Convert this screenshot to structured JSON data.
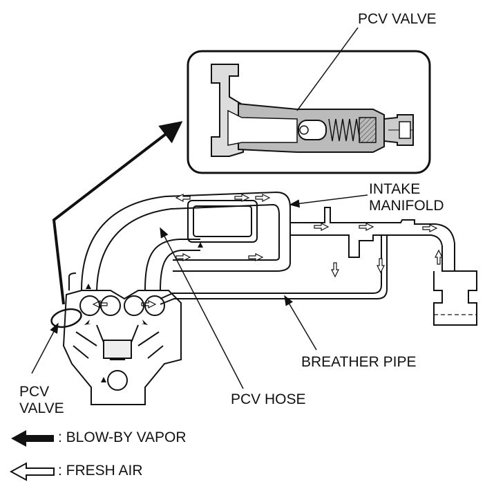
{
  "labels": {
    "pcv_valve_top": "PCV VALVE",
    "intake_manifold": "INTAKE\nMANIFOLD",
    "breather_pipe": "BREATHER PIPE",
    "pcv_hose": "PCV HOSE",
    "pcv_valve_left": "PCV\nVALVE"
  },
  "legend": {
    "blow_by": ": BLOW-BY VAPOR",
    "fresh_air": ": FRESH AIR"
  }
}
